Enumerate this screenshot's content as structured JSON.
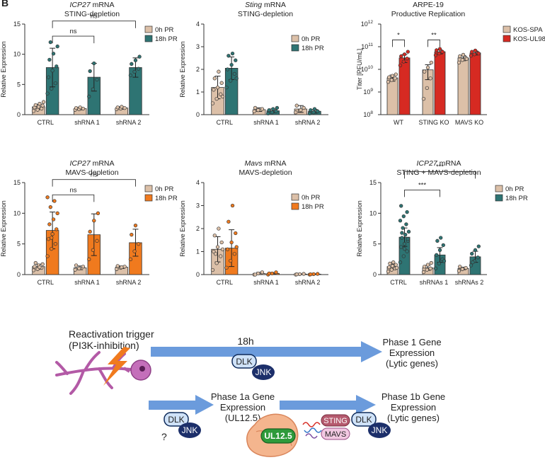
{
  "panel_letter": "B",
  "chart_data": [
    {
      "type": "bar",
      "title_italic": "ICP27",
      "title_rest": " mRNA",
      "subtitle": "STING-depletion",
      "ylabel": "Relative Expression",
      "ylim": [
        0,
        15
      ],
      "yticks": [
        "0",
        "5",
        "10",
        "15"
      ],
      "categories": [
        "CTRL",
        "shRNA 1",
        "shRNA 2"
      ],
      "series": [
        {
          "name": "0h PR",
          "color": "#dcc0a8",
          "values": [
            1.3,
            1.0,
            1.1
          ],
          "err": [
            0.4,
            0.2,
            0.2
          ],
          "points": [
            [
              0.6,
              0.8,
              1.0,
              1.2,
              1.3,
              1.5,
              1.6,
              1.8,
              2.1
            ],
            [
              0.8,
              0.9,
              1.0,
              1.1,
              1.2
            ],
            [
              0.9,
              1.0,
              1.1,
              1.2,
              1.3
            ]
          ]
        },
        {
          "name": "18h PR",
          "color": "#2e7473",
          "values": [
            7.8,
            6.2,
            7.8
          ],
          "err": [
            3.2,
            2.3,
            1.6
          ],
          "points": [
            [
              3.5,
              4.3,
              5.2,
              6.2,
              7.3,
              8.0,
              9.1,
              10.1,
              11.3,
              12.0
            ],
            [
              3.0,
              4.2,
              5.8,
              7.2,
              8.5
            ],
            [
              6.5,
              7.1,
              7.6,
              8.4,
              9.0,
              9.6
            ]
          ]
        }
      ],
      "significance": [
        {
          "from": [
            0,
            1
          ],
          "to": [
            1,
            1
          ],
          "label": "ns",
          "y": 13
        },
        {
          "from": [
            0,
            1
          ],
          "to": [
            2,
            1
          ],
          "label": "ns",
          "y": 15.5
        }
      ]
    },
    {
      "type": "bar",
      "title_italic": "Sting",
      "title_rest": " mRNA",
      "subtitle": "STING-depletion",
      "ylabel": "Relative Expression",
      "ylim": [
        0,
        4
      ],
      "yticks": [
        "0",
        "1",
        "2",
        "3",
        "4"
      ],
      "categories": [
        "CTRL",
        "shRNA 1",
        "shRNA 2"
      ],
      "series": [
        {
          "name": "0h PR",
          "color": "#dcc0a8",
          "values": [
            1.2,
            0.22,
            0.25
          ],
          "err": [
            0.5,
            0.08,
            0.15
          ],
          "points": [
            [
              0.5,
              0.7,
              0.9,
              1.1,
              1.2,
              1.4,
              1.6,
              1.9,
              0.8
            ],
            [
              0.15,
              0.2,
              0.25,
              0.3
            ],
            [
              0.1,
              0.18,
              0.3,
              0.4,
              0.2
            ]
          ]
        },
        {
          "name": "18h PR",
          "color": "#2e7473",
          "values": [
            2.05,
            0.17,
            0.15
          ],
          "err": [
            0.5,
            0.08,
            0.08
          ],
          "points": [
            [
              1.2,
              1.5,
              1.8,
              2.0,
              2.2,
              2.4,
              2.6,
              2.7,
              1.6
            ],
            [
              0.05,
              0.1,
              0.15,
              0.2,
              0.25,
              0.3
            ],
            [
              0.05,
              0.1,
              0.15,
              0.2,
              0.25
            ]
          ]
        }
      ]
    },
    {
      "type": "bar",
      "title_italic": "",
      "title_rest": "ARPE-19",
      "subtitle": "Productive Replication",
      "ylabel": "Titer [PFU/mL]",
      "log": true,
      "ylim": [
        100000000,
        1000000000000
      ],
      "yticks": [
        "10",
        "10",
        "10",
        "10",
        "10"
      ],
      "ytick_exps": [
        "8",
        "9",
        "10",
        "11",
        "12"
      ],
      "categories": [
        "WT",
        "STING KO",
        "MAVS KO"
      ],
      "series": [
        {
          "name": "KOS-SPA",
          "color": "#dcc0a8",
          "values": [
            4200000000.0,
            9500000000.0,
            32000000000.0
          ],
          "err_lo": [
            3000000000.0,
            3500000000.0,
            24000000000.0
          ],
          "err_hi": [
            5600000000.0,
            16000000000.0,
            40000000000.0
          ],
          "points": [
            [
              2800000000.0,
              3400000000.0,
              4000000000.0,
              4500000000.0,
              5200000000.0,
              6000000000.0
            ],
            [
              500000000.0,
              1500000000.0,
              4000000000.0,
              8000000000.0,
              12000000000.0,
              20000000000.0
            ],
            [
              20000000000.0,
              26000000000.0,
              32000000000.0,
              38000000000.0,
              44000000000.0,
              29000000000.0
            ]
          ]
        },
        {
          "name": "KOS-UL98",
          "color": "#d62a22",
          "values": [
            32000000000.0,
            60000000000.0,
            53000000000.0
          ],
          "err_lo": [
            20000000000.0,
            48000000000.0,
            43000000000.0
          ],
          "err_hi": [
            45000000000.0,
            72000000000.0,
            65000000000.0
          ],
          "points": [
            [
              15000000000.0,
              22000000000.0,
              30000000000.0,
              38000000000.0,
              46000000000.0,
              60000000000.0
            ],
            [
              42000000000.0,
              50000000000.0,
              60000000000.0,
              70000000000.0,
              80000000000.0
            ],
            [
              40000000000.0,
              46000000000.0,
              53000000000.0,
              60000000000.0,
              68000000000.0,
              50000000000.0
            ]
          ]
        }
      ],
      "significance": [
        {
          "from": [
            0,
            0
          ],
          "to": [
            0,
            1
          ],
          "label": "*",
          "y": 200000000000.0
        },
        {
          "from": [
            1,
            0
          ],
          "to": [
            1,
            1
          ],
          "label": "**",
          "y": 200000000000.0
        }
      ]
    },
    {
      "type": "bar",
      "title_italic": "ICP27",
      "title_rest": " mRNA",
      "subtitle": "MAVS-depletion",
      "ylabel": "Relative Expression",
      "ylim": [
        0,
        15
      ],
      "yticks": [
        "0",
        "5",
        "10",
        "15"
      ],
      "categories": [
        "CTRL",
        "shRNA 1",
        "shRNA 2"
      ],
      "series": [
        {
          "name": "0h PR",
          "color": "#dcc0a8",
          "values": [
            1.3,
            1.1,
            1.2
          ],
          "err": [
            0.4,
            0.3,
            0.2
          ],
          "points": [
            [
              0.7,
              0.9,
              1.1,
              1.3,
              1.5,
              1.7,
              1.9,
              1.2
            ],
            [
              0.8,
              1.0,
              1.3,
              1.5
            ],
            [
              0.9,
              1.1,
              1.3,
              1.4,
              1.2
            ]
          ]
        },
        {
          "name": "18h PR",
          "color": "#f07a1e",
          "values": [
            7.2,
            6.5,
            5.2
          ],
          "err": [
            3.0,
            3.4,
            2.2
          ],
          "points": [
            [
              3.0,
              4.2,
              5.0,
              5.8,
              6.6,
              7.4,
              8.2,
              9.0,
              10.0,
              11.0,
              12.0,
              12.6,
              6.0
            ],
            [
              2.5,
              4.0,
              5.5,
              7.0,
              8.8,
              10.0
            ],
            [
              2.5,
              3.8,
              5.0,
              6.5,
              8.0
            ]
          ]
        }
      ],
      "significance": [
        {
          "from": [
            0,
            1
          ],
          "to": [
            1,
            1
          ],
          "label": "ns",
          "y": 13
        },
        {
          "from": [
            0,
            1
          ],
          "to": [
            2,
            1
          ],
          "label": "ns",
          "y": 15.5
        }
      ]
    },
    {
      "type": "bar",
      "title_italic": "Mavs",
      "title_rest": " mRNA",
      "subtitle": "MAVS-depletion",
      "ylabel": "Relative Expression",
      "ylim": [
        0,
        4
      ],
      "yticks": [
        "0",
        "1",
        "2",
        "3",
        "4"
      ],
      "categories": [
        "CTRL",
        "shRNA 1",
        "shRNA 2"
      ],
      "series": [
        {
          "name": "0h PR",
          "color": "#dcc0a8",
          "values": [
            1.1,
            0.05,
            0.02
          ],
          "err": [
            0.55,
            0.05,
            0.01
          ],
          "points": [
            [
              0.2,
              0.5,
              0.8,
              1.0,
              1.2,
              1.4,
              1.7,
              2.0,
              1.1,
              0.9
            ],
            [
              0.0,
              0.05,
              0.1,
              0.0
            ],
            [
              0.0,
              0.02,
              0.03,
              0.01
            ]
          ]
        },
        {
          "name": "18h PR",
          "color": "#f07a1e",
          "values": [
            1.15,
            0.05,
            0.02
          ],
          "err": [
            0.8,
            0.04,
            0.01
          ],
          "points": [
            [
              0.3,
              0.6,
              0.9,
              1.1,
              1.4,
              1.8,
              2.3,
              3.0,
              1.2
            ],
            [
              0.0,
              0.05,
              0.1,
              0.05
            ],
            [
              0.0,
              0.02,
              0.03,
              0.01
            ]
          ]
        }
      ]
    },
    {
      "type": "bar",
      "title_italic": "ICP27",
      "title_rest": " mRNA",
      "subtitle": "STING + MAVS-depletion",
      "ylabel": "Relative Expression",
      "ylim": [
        0,
        15
      ],
      "yticks": [
        "0",
        "5",
        "10",
        "15"
      ],
      "categories": [
        "CTRL",
        "shRNAs 1",
        "shRNAs 2"
      ],
      "series": [
        {
          "name": "0h PR",
          "color": "#dcc0a8",
          "values": [
            1.3,
            1.1,
            1.0
          ],
          "err": [
            0.4,
            0.4,
            0.2
          ],
          "points": [
            [
              0.5,
              0.8,
              1.0,
              1.2,
              1.4,
              1.6,
              1.8,
              2.0,
              1.1
            ],
            [
              0.4,
              0.8,
              1.0,
              1.3,
              1.6,
              1.9
            ],
            [
              0.6,
              0.9,
              1.1,
              1.3
            ]
          ]
        },
        {
          "name": "18h PR",
          "color": "#2e7473",
          "values": [
            6.1,
            3.2,
            2.9
          ],
          "err": [
            1.5,
            1.2,
            0.9
          ],
          "points": [
            [
              2.0,
              3.0,
              3.8,
              4.5,
              5.0,
              5.5,
              6.0,
              6.5,
              7.0,
              7.6,
              8.2,
              8.8,
              9.5,
              10.2,
              11.2,
              4.2,
              5.8,
              6.8
            ],
            [
              1.0,
              1.8,
              2.5,
              3.2,
              4.0,
              4.8,
              5.5,
              6.0,
              2.2
            ],
            [
              1.5,
              2.2,
              2.8,
              3.4,
              4.0,
              4.6,
              2.0
            ]
          ]
        }
      ],
      "significance": [
        {
          "from": [
            0,
            1
          ],
          "to": [
            1,
            1
          ],
          "label": "***",
          "y": 13.8
        },
        {
          "from": [
            0,
            1
          ],
          "to": [
            2,
            1
          ],
          "label": "***",
          "y": 16.8
        }
      ]
    }
  ],
  "schematic": {
    "trigger_line1": "Reactivation trigger",
    "trigger_line2": "(PI3K-inhibition)",
    "arrow1_label": "18h",
    "phase1": [
      "Phase 1 Gene",
      "Expression",
      "(Lytic genes)"
    ],
    "phase1a": [
      "Phase 1a Gene",
      "Expression",
      "(UL12.5)"
    ],
    "phase1b": [
      "Phase 1b Gene",
      "Expression",
      "(Lytic genes)"
    ],
    "dlk": "DLK",
    "jnk": "JNK",
    "question": "?",
    "ul125": "UL12.5",
    "sting": "STING",
    "mavs": "MAVS"
  }
}
